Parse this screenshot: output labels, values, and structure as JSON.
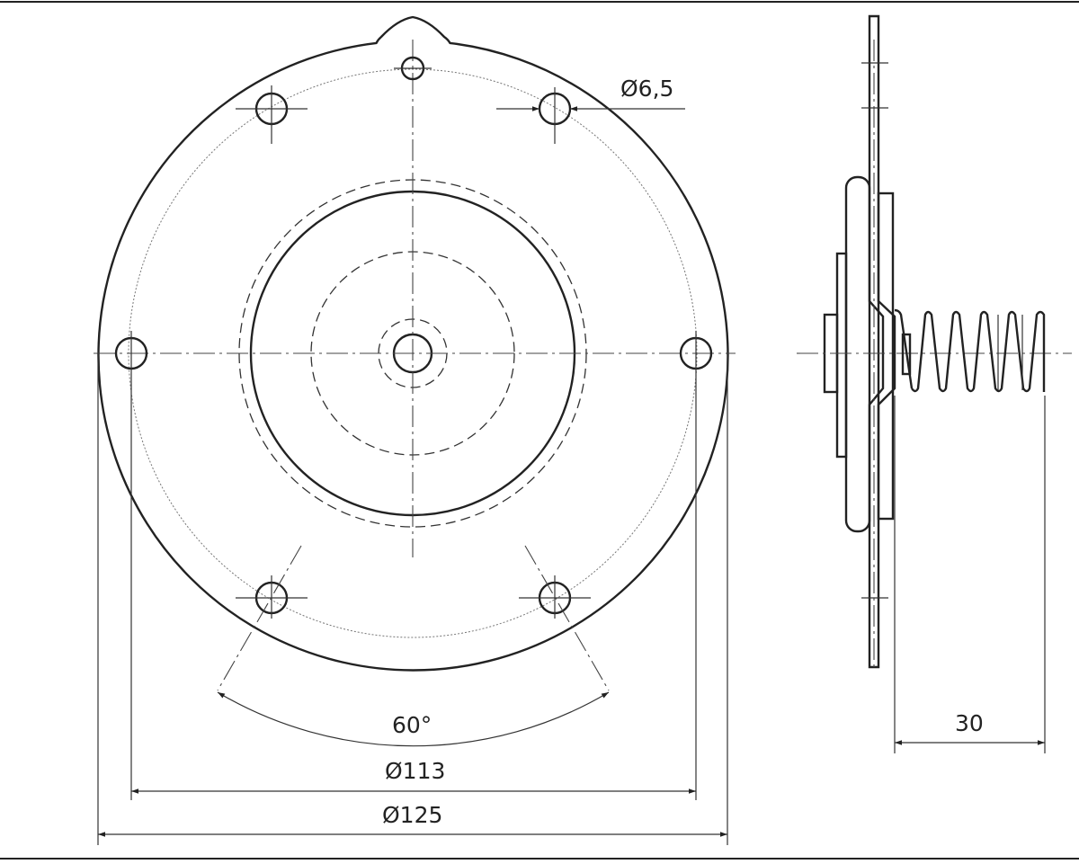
{
  "dimensions": {
    "hole_diameter": "Ø6,5",
    "angle": "60°",
    "bolt_circle_diameter": "Ø113",
    "outer_diameter": "Ø125",
    "spring_length": "30"
  }
}
